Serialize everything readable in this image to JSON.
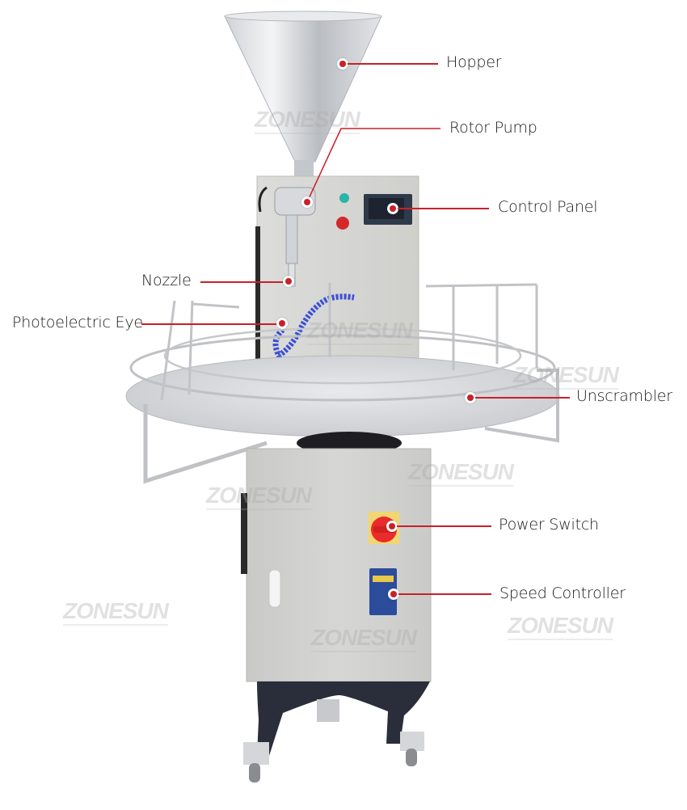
{
  "image": {
    "subject": "Rotary paste filling machine with unscrambler turntable",
    "brand_watermark": "ZONESUN",
    "background_color": "#ffffff",
    "accent_color": "#c8202a"
  },
  "callouts": [
    {
      "id": "hopper",
      "label": "Hopper"
    },
    {
      "id": "rotor-pump",
      "label": "Rotor Pump"
    },
    {
      "id": "control-panel",
      "label": "Control Panel"
    },
    {
      "id": "nozzle",
      "label": "Nozzle"
    },
    {
      "id": "photoelectric-eye",
      "label": "Photoelectric Eye"
    },
    {
      "id": "unscrambler",
      "label": "Unscrambler"
    },
    {
      "id": "power-switch",
      "label": "Power Switch"
    },
    {
      "id": "speed-controller",
      "label": "Speed Controller"
    }
  ],
  "watermarks": [
    "ZONESUN",
    "ZONESUN",
    "ZONESUN",
    "ZONESUN",
    "ZONESUN",
    "ZONESUN",
    "ZONESUN",
    "ZONESUN"
  ]
}
